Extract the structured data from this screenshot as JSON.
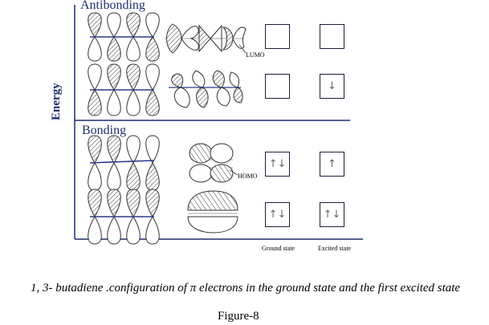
{
  "labels": {
    "antibonding": "Antibonding",
    "bonding": "Bonding",
    "energy": "Energy",
    "lumo": "LUMO",
    "homo": "HOMO",
    "ground_state": "Ground state",
    "excited_state": "Excited state"
  },
  "caption": "1, 3- butadiene .configuration  of π electrons in the ground state and the first excited state",
  "figure_label": "Figure-8",
  "orbital_boxes": {
    "ground": [
      "",
      "",
      "↑↓",
      "↑↓"
    ],
    "excited": [
      "",
      "↓",
      "↑",
      "↑↓"
    ]
  },
  "colors": {
    "text_blue": "#1d2f6b",
    "axis": "#1d2f6b",
    "box_border": "#1e1e3c"
  }
}
